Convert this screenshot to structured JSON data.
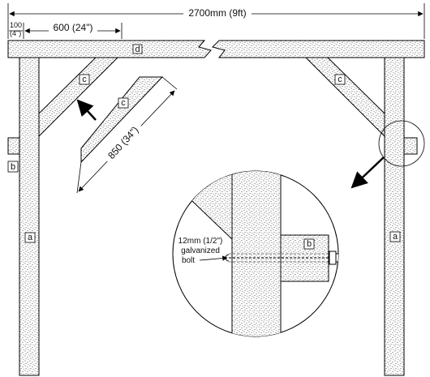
{
  "dimensions": {
    "overall_span": "2700mm (9ft)",
    "post_offset_top": "100",
    "post_offset_bottom": "(4\")",
    "brace_start": "600 (24\")",
    "brace_length": "850 (34\")"
  },
  "part_labels": {
    "a": "a",
    "b": "b",
    "c": "c",
    "d": "d"
  },
  "detail_callout": {
    "line1": "12mm (1/2\")",
    "line2": "galvanized",
    "line3": "bolt"
  },
  "colors": {
    "line": "#000000",
    "wood_fill": "#d8d8d8",
    "background": "#ffffff"
  }
}
